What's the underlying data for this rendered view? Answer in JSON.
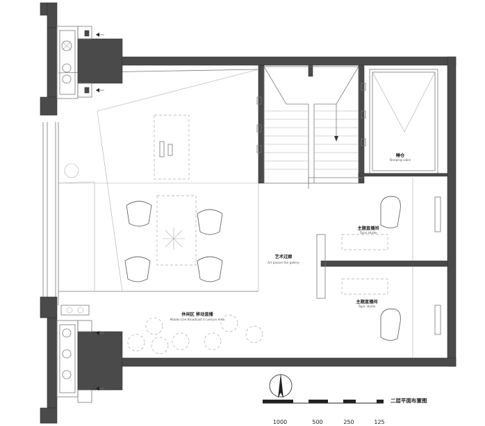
{
  "rooms": [
    {
      "id": "leisure",
      "zh": "休闲区  移动直播",
      "en": "Mobile Live Broadcast in Leisure Area"
    },
    {
      "id": "gallery",
      "zh": "艺术过廊",
      "en": "Art passes the gallery"
    },
    {
      "id": "topic1",
      "zh": "主题直播间",
      "en": "Topic studio"
    },
    {
      "id": "topic2",
      "zh": "主题直播间",
      "en": "Topic studio"
    },
    {
      "id": "sleeping",
      "zh": "睡仓",
      "en": "Sleeping cabin"
    }
  ],
  "plan_title": "二层平面布置图",
  "scale_bar": {
    "labels": [
      "1000",
      "500",
      "250",
      "125"
    ]
  },
  "colors": {
    "wall": "#4a4a4a",
    "line": "#777777",
    "background": "#ffffff"
  },
  "icons": [
    "north-arrow-icon",
    "scale-bar-icon"
  ]
}
